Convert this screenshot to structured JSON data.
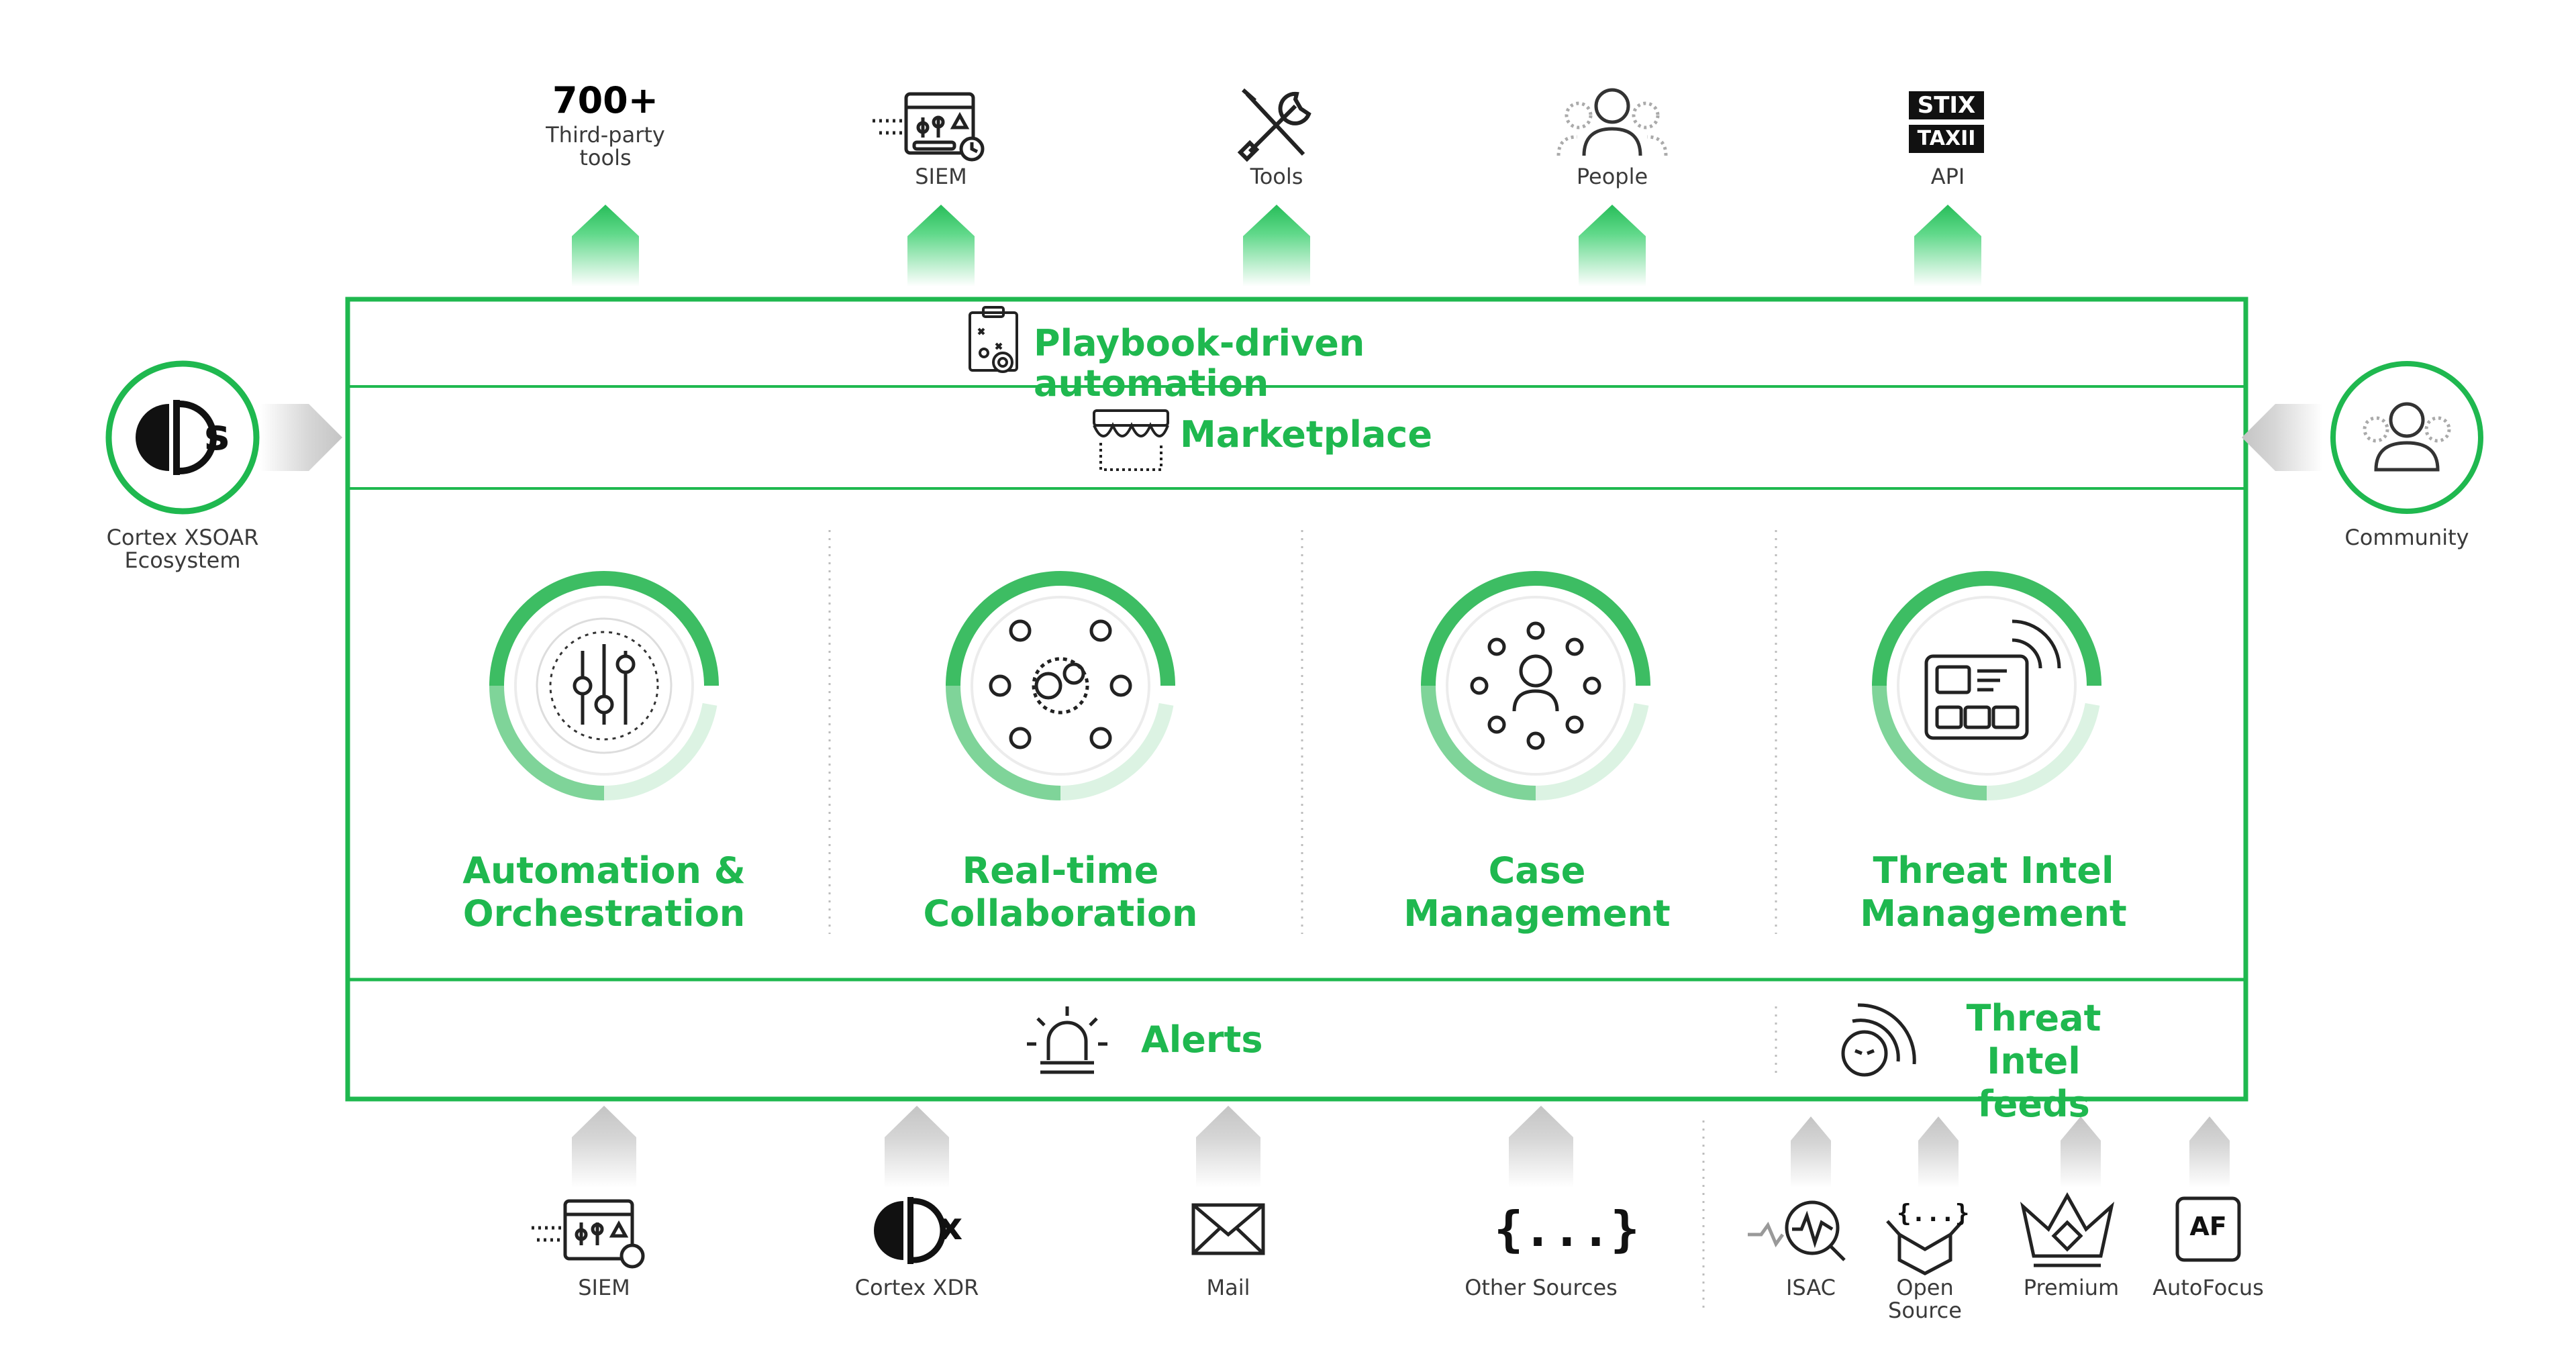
{
  "top_outputs": [
    {
      "label_big": "700+",
      "label": "Third-party tools",
      "icon": "tools-count"
    },
    {
      "label": "SIEM",
      "icon": "siem-icon"
    },
    {
      "label": "Tools",
      "icon": "wrench-screwdriver-icon"
    },
    {
      "label": "People",
      "icon": "people-icon"
    },
    {
      "label": "API",
      "icon": "stix-taxii-icon",
      "icon_text": [
        "STIX",
        "TAXII"
      ]
    }
  ],
  "left_node": {
    "label": "Cortex XSOAR Ecosystem",
    "icon_text": "s"
  },
  "right_node": {
    "label": "Community"
  },
  "bands": {
    "playbook": "Playbook-driven automation",
    "marketplace": "Marketplace",
    "alerts": "Alerts",
    "threat_feeds": "Threat Intel feeds"
  },
  "pillars": [
    {
      "title": "Automation & Orchestration",
      "icon": "sliders-icon"
    },
    {
      "title": "Real-time Collaboration",
      "icon": "gears-network-icon"
    },
    {
      "title": "Case Management",
      "icon": "person-network-icon"
    },
    {
      "title": "Threat Intel Management",
      "icon": "dashboard-signal-icon"
    }
  ],
  "bottom_inputs": [
    {
      "label": "SIEM",
      "icon": "siem-icon"
    },
    {
      "label": "Cortex XDR",
      "icon": "cortex-xdr-icon",
      "icon_text": "x"
    },
    {
      "label": "Mail",
      "icon": "mail-icon"
    },
    {
      "label": "Other Sources",
      "icon": "braces-icon",
      "icon_text": "{...}"
    },
    {
      "label": "ISAC",
      "icon": "isac-icon"
    },
    {
      "label": "Open Source",
      "icon": "open-box-icon",
      "icon_text": "{...}"
    },
    {
      "label": "Premium",
      "icon": "crown-icon"
    },
    {
      "label": "AutoFocus",
      "icon": "autofocus-icon",
      "icon_text": "AF"
    }
  ],
  "colors": {
    "accent": "#1fb84f",
    "arrow_gray": "#c8c8c8",
    "text": "#3a3a3a"
  }
}
